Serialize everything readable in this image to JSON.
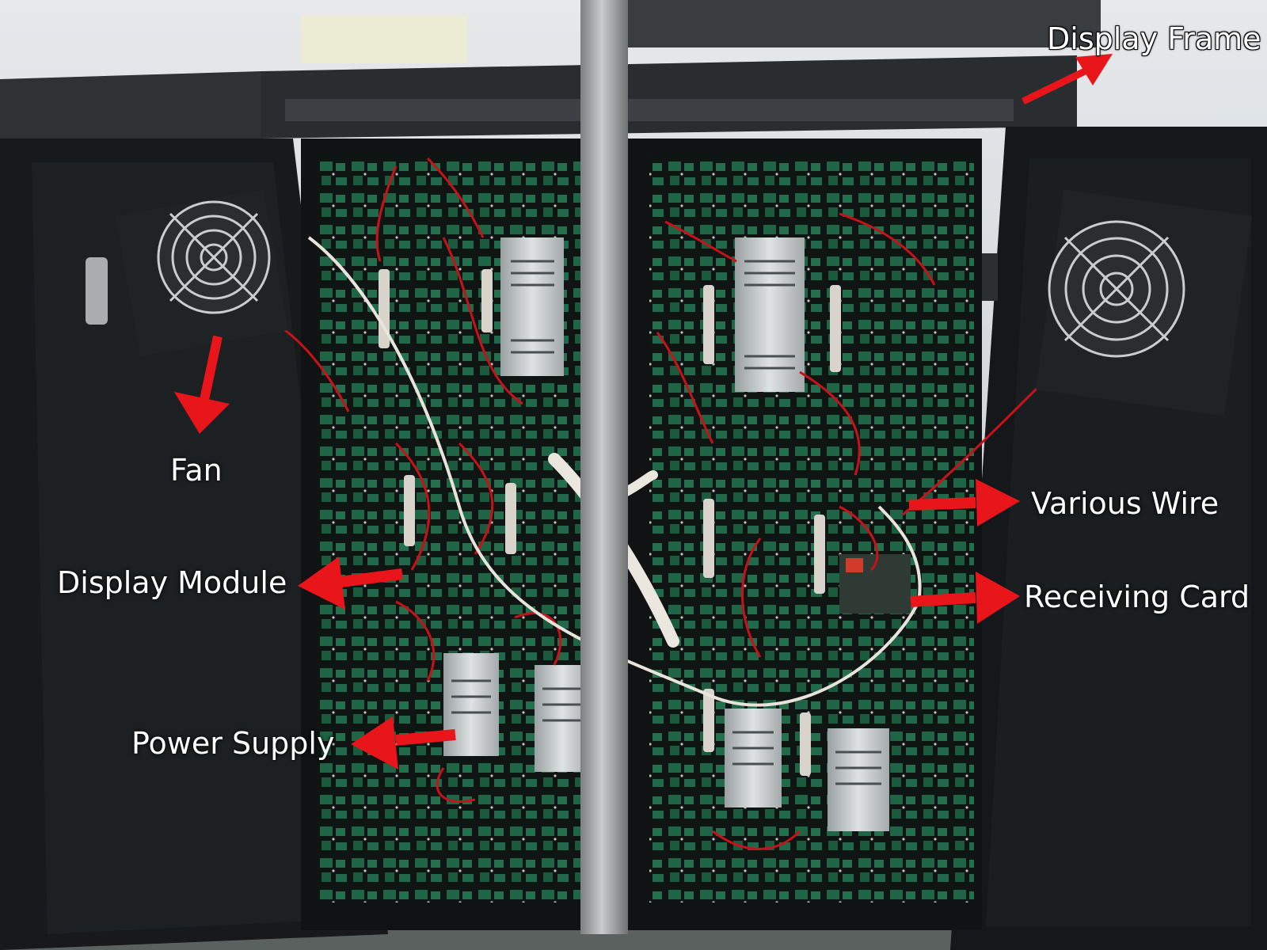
{
  "labels": {
    "display_frame": "Display Frame",
    "fan": "Fan",
    "various_wire": "Various Wire",
    "display_module": "Display Module",
    "receiving_card": "Receiving Card",
    "power_supply": "Power Supply"
  },
  "colors": {
    "arrow": "#e8151b",
    "label_text": "#ffffff",
    "cabinet": "#17191b",
    "module_green": "#1f5a3f",
    "wire_red": "#c8121a"
  }
}
